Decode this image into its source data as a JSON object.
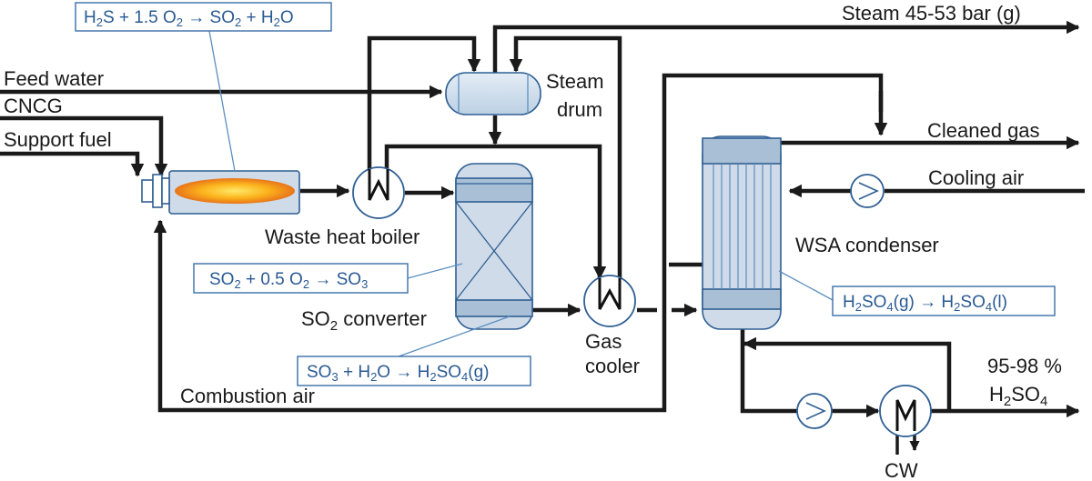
{
  "streams": {
    "steam": "Steam 45-53 bar (g)",
    "feed_water": "Feed water",
    "cncg": "CNCG",
    "support_fuel": "Support fuel",
    "cleaned_gas": "Cleaned gas",
    "cooling_air": "Cooling air",
    "combustion_air": "Combustion air",
    "product_line1": "95-98 %",
    "product_line2_main": "H",
    "product_line2_sub": "2",
    "product_line2_rest": "SO",
    "product_line2_sub2": "4",
    "cw": "CW"
  },
  "equipment": {
    "steam_drum_line1": "Steam",
    "steam_drum_line2": "drum",
    "waste_heat_boiler": "Waste heat boiler",
    "so2_converter_a": "SO",
    "so2_converter_sub": "2",
    "so2_converter_b": " converter",
    "gas_cooler_line1": "Gas",
    "gas_cooler_line2": "cooler",
    "wsa_condenser": "WSA condenser"
  },
  "equations": {
    "combustion": {
      "p1": "H",
      "s1": "2",
      "p2": "S + 1.5 O",
      "s2": "2",
      "p3": " → SO",
      "s3": "2",
      "p4": " + H",
      "s4": "2",
      "p5": "O"
    },
    "oxidation": {
      "p1": "SO",
      "s1": "2",
      "p2": " + 0.5 O",
      "s2": "2",
      "p3": " → SO",
      "s3": "3"
    },
    "hydration": {
      "p1": "SO",
      "s1": "3",
      "p2": " + H",
      "s2": "2",
      "p3": "O → H",
      "s3": "2",
      "p4": "SO",
      "s4": "4",
      "p5": "(g)"
    },
    "condensation": {
      "p1": "H",
      "s1": "2",
      "p2": "SO",
      "s2": "4",
      "p3": "(g) → H",
      "s3": "2",
      "p4": "SO",
      "s4": "4",
      "p5": "(l)"
    }
  },
  "colors": {
    "pipe": "#1a1a1a",
    "vessel_fill": "#cfdbe8",
    "vessel_stroke": "#2f5f93",
    "equation_text": "#2a5a93",
    "flame_outer": "#f2a51a",
    "flame_inner": "#ffe86a"
  }
}
